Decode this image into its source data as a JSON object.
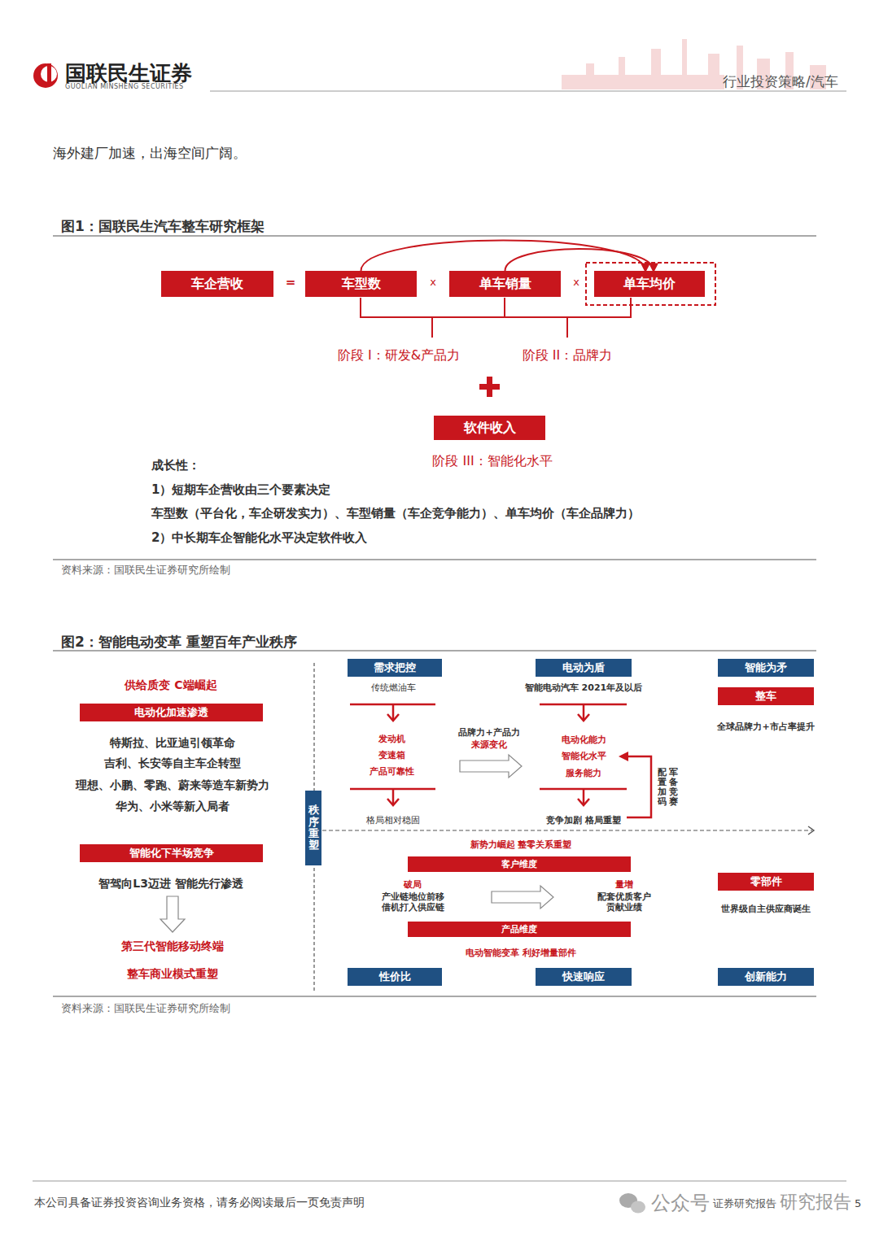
{
  "diagram": {
    "nodes": [
      {
        "text": [
          "车企营收"
        ]
      },
      {
        "text": [
          "车型数"
        ]
      },
      {
        "text": [
          "单车销量"
        ]
      },
      {
        "text": [
          "单车均价"
        ]
      },
      {
        "text": [
          "软件收入"
        ]
      },
      {
        "text": [
          "电动化加速渗透"
        ]
      },
      {
        "text": [
          "智能化下半场竞争"
        ]
      },
      {
        "text": [
          "秩序重塑"
        ]
      },
      {
        "text": [
          "需求把控"
        ]
      },
      {
        "text": [
          "电动为盾"
        ]
      },
      {
        "text": [
          "智能为矛"
        ]
      },
      {
        "text": [
          "整车"
        ]
      },
      {
        "text": [
          "客户维度"
        ]
      },
      {
        "text": [
          "产品维度"
        ]
      },
      {
        "text": [
          "零部件"
        ]
      },
      {
        "text": [
          "性价比"
        ]
      },
      {
        "text": [
          "快速响应"
        ]
      },
      {
        "text": [
          "创新能力"
        ]
      }
    ],
    "edges": [
      {
        "from": 1,
        "to": 3,
        "arrow": "to"
      },
      {
        "from": 2,
        "to": 3,
        "arrow": "to"
      }
    ],
    "labels": [
      "国联民生证券",
      "GUOLIAN MINSHENG SECURITIES",
      "行业投资策略/汽车",
      "海外建厂加速，出海空间广阔。",
      "图1：国联民生汽车整车研究框架",
      "=",
      "x",
      "x",
      "阶段 I：研发&产品力",
      "阶段 II：品牌力",
      "阶段 III：智能化水平",
      "成长性：",
      "1）短期车企营收由三个要素决定",
      "车型数（平台化，车企研发实力）、车型销量（车企竞争能力）、单车均价（车企品牌力）",
      "2）中长期车企智能化水平决定软件收入",
      "资料来源：国联民生证券研究所绘制",
      "图2：智能电动变革 重塑百年产业秩序",
      "供给质变 C端崛起",
      "特斯拉、比亚迪引领革命",
      "吉利、长安等自主车企转型",
      "理想、小鹏、零跑、蔚来等造车新势力",
      "华为、小米等新入局者",
      "智驾向L3迈进 智能先行渗透",
      "第三代智能移动终端",
      "整车商业模式重塑",
      "传统燃油车",
      "发动机",
      "变速箱",
      "产品可靠性",
      "格局相对稳固",
      "品牌力+产品力",
      "来源变化",
      "智能电动汽车 2021年及以后",
      "电动化能力",
      "智能化水平",
      "服务能力",
      "竞争加剧 格局重塑",
      "配置加码",
      "军备竞赛",
      "全球品牌力+市占率提升",
      "新势力崛起 整零关系重塑",
      "破局",
      "产业链地位前移 借机打入供应链",
      "量增",
      "配套优质客户 贡献业绩",
      "电动智能变革 利好增量部件",
      "世界级自主供应商诞生",
      "资料来源：国联民生证券研究所绘制",
      "本公司具备证券投资咨询业务资格，请务必阅读最后一页免责声明",
      "5",
      "公众号",
      "证券研究报告",
      "研究报告"
    ]
  }
}
